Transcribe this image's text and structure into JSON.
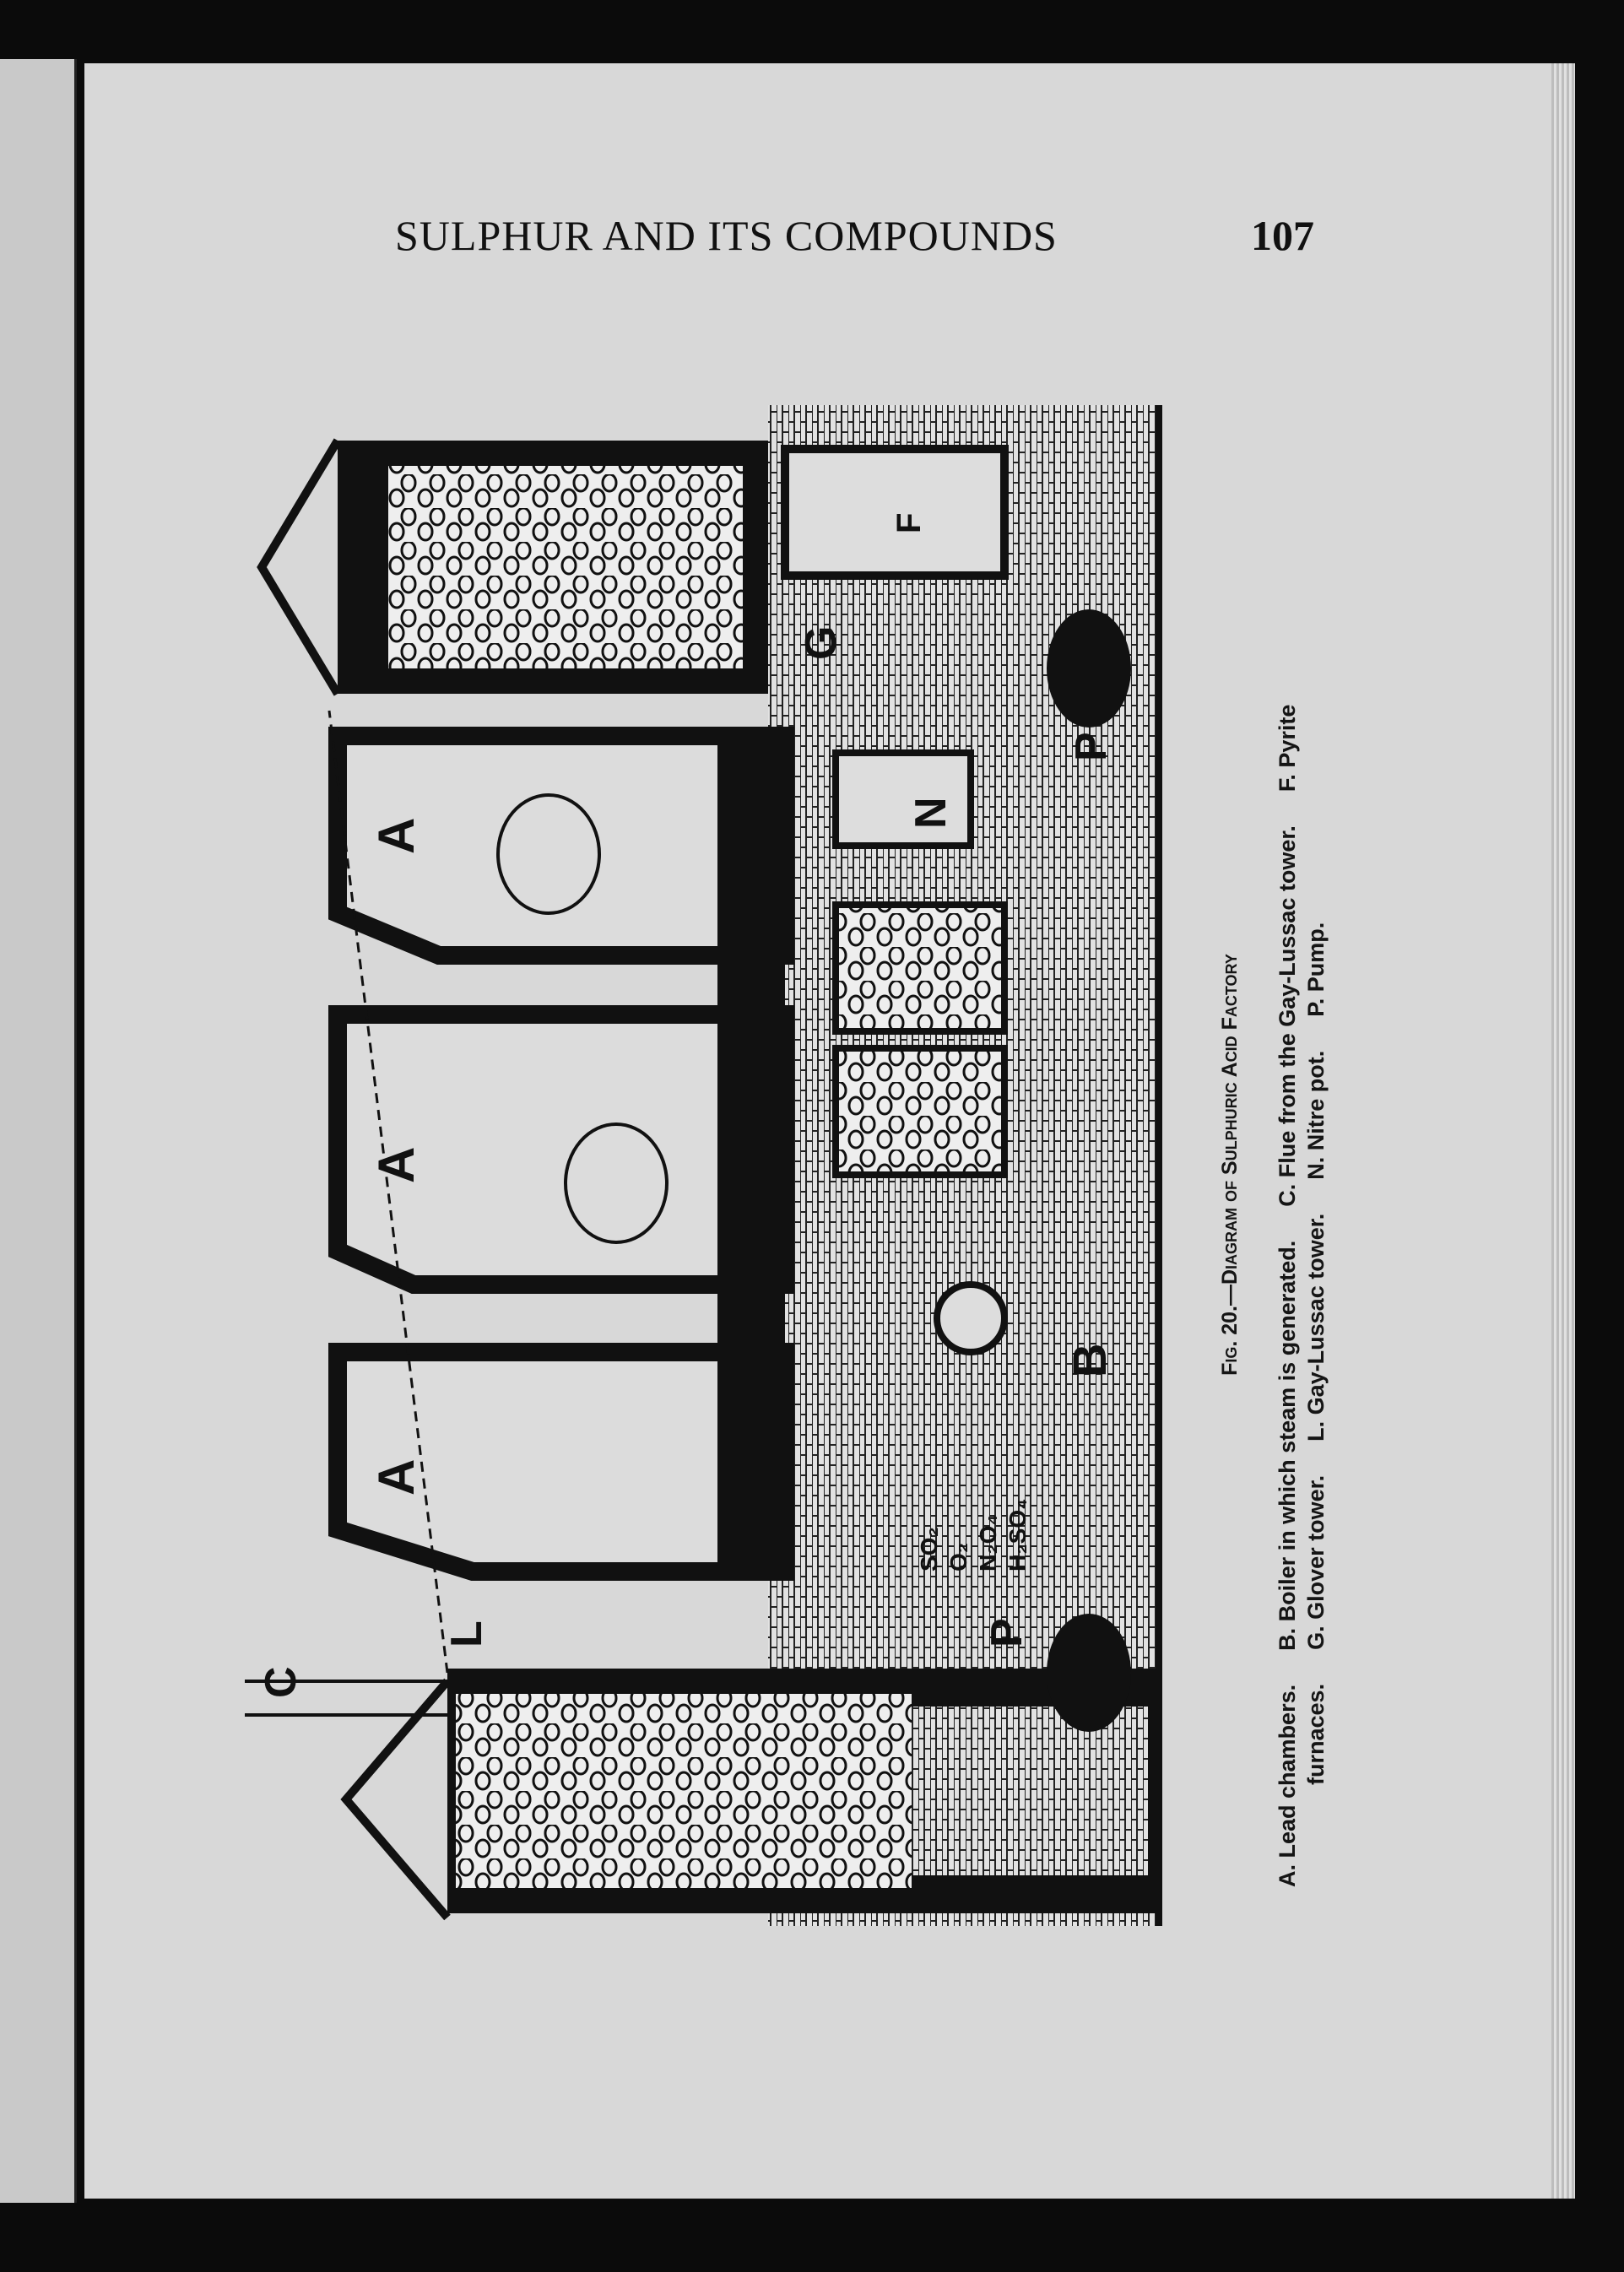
{
  "header": {
    "title": "SULPHUR AND ITS COMPOUNDS",
    "page_number": "107"
  },
  "figure": {
    "caption_title": "Fig. 20.—Diagram of Sulphuric Acid Factory",
    "legend_line1": [
      "A. Lead chambers.",
      "B. Boiler in which steam is generated.",
      "C. Flue from the Gay-Lussac tower.",
      "F. Pyrite"
    ],
    "legend_line2": [
      "furnaces.",
      "G. Glover tower.",
      "L. Gay-Lussac tower.",
      "N. Nitre pot.",
      "P. Pump."
    ],
    "labels": {
      "chamber_a": "A",
      "boiler": "B",
      "flue": "C",
      "glover": "G",
      "gay_lussac": "L",
      "nitre": "N",
      "pump": "P",
      "furnace": "F"
    },
    "key": [
      "SO₂",
      "O₂",
      "N₂O₄",
      "H₂SO₄"
    ]
  }
}
